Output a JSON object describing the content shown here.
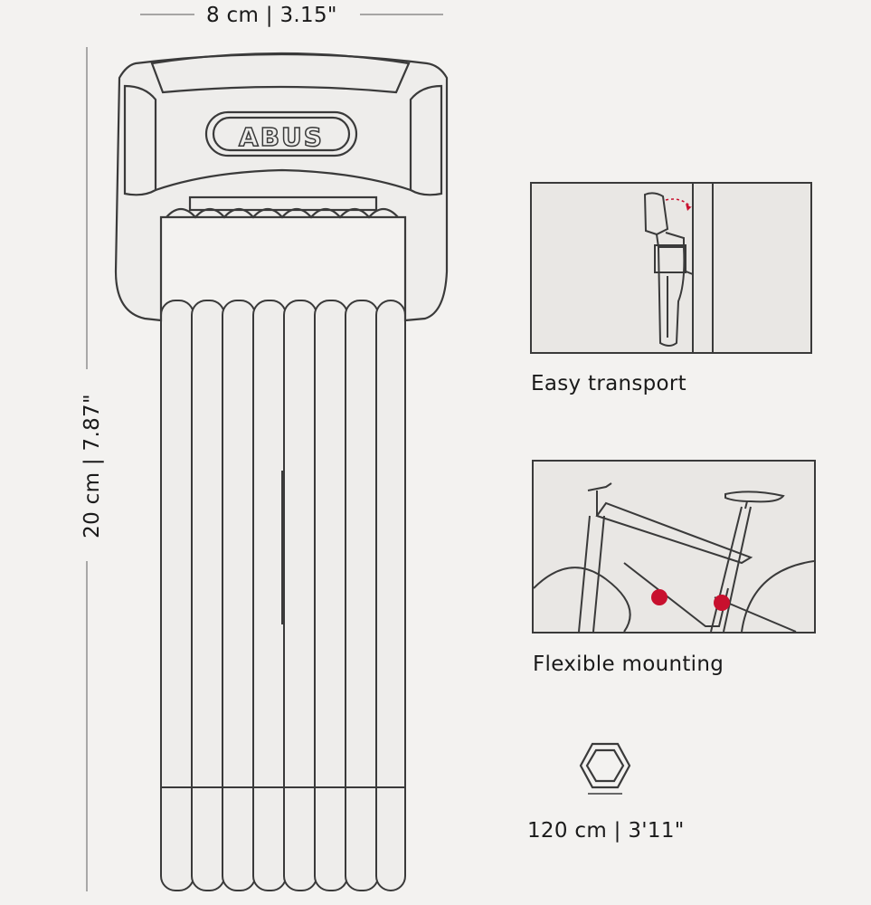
{
  "dimensions": {
    "width_label": "8 cm | 3.15\"",
    "height_label": "20 cm | 7.87\""
  },
  "logo_text": "ABUS",
  "features": [
    {
      "caption": "Easy transport",
      "icon": "transport-illustration"
    },
    {
      "caption": "Flexible mounting",
      "icon": "bike-frame-illustration"
    }
  ],
  "length": {
    "label": "120 cm | 3'11\"",
    "icon": "hexagon-lock-loop-icon"
  },
  "colors": {
    "line": "#3a3a3a",
    "marker": "#c8102e",
    "fill": "#eeedeb"
  }
}
